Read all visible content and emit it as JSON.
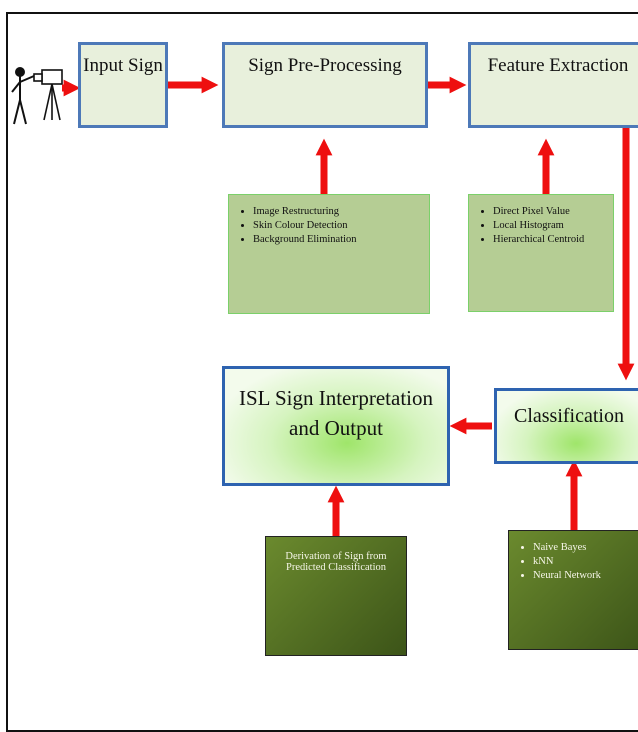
{
  "nodes": {
    "input_sign": "Input Sign",
    "preprocessing": "Sign Pre-Processing",
    "feature_extraction": "Feature Extraction",
    "interpretation_line1": "ISL Sign Interpretation",
    "interpretation_line2": "and Output",
    "classification": "Classification"
  },
  "notes": {
    "preprocessing_items": [
      "Image Restructuring",
      "Skin Colour Detection",
      "Background Elimination"
    ],
    "feature_items": [
      "Direct Pixel Value",
      "Local Histogram",
      "Hierarchical Centroid"
    ],
    "classification_items": [
      "Naive Bayes",
      "kNN",
      "Neural Network"
    ],
    "derivation_line1": "Derivation of Sign from",
    "derivation_line2": "Predicted Classification"
  },
  "icons": {
    "signer": "person-signing-icon",
    "camera": "camera-tripod-icon"
  },
  "colors": {
    "arrow": "#ee0f0f",
    "box_border": "#2e63b0"
  }
}
